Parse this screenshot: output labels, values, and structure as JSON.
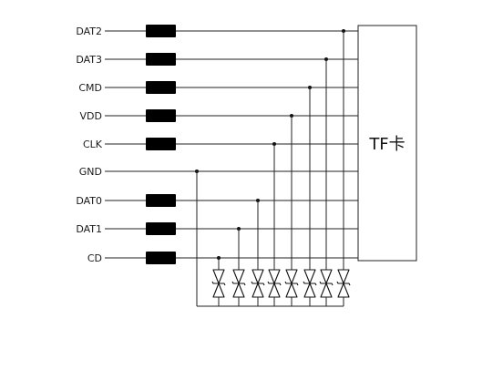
{
  "card": {
    "label": "TF卡"
  },
  "signals": [
    {
      "label": "DAT2",
      "has_resistor": true,
      "has_tvs": true
    },
    {
      "label": "DAT3",
      "has_resistor": true,
      "has_tvs": true
    },
    {
      "label": "CMD",
      "has_resistor": true,
      "has_tvs": true
    },
    {
      "label": "VDD",
      "has_resistor": true,
      "has_tvs": true
    },
    {
      "label": "CLK",
      "has_resistor": true,
      "has_tvs": true
    },
    {
      "label": "GND",
      "has_resistor": false,
      "has_tvs": false
    },
    {
      "label": "DAT0",
      "has_resistor": true,
      "has_tvs": true
    },
    {
      "label": "DAT1",
      "has_resistor": true,
      "has_tvs": true
    },
    {
      "label": "CD",
      "has_resistor": true,
      "has_tvs": true
    }
  ],
  "colors": {
    "line": "#222222",
    "resistor": "#000000",
    "background": "#ffffff"
  }
}
